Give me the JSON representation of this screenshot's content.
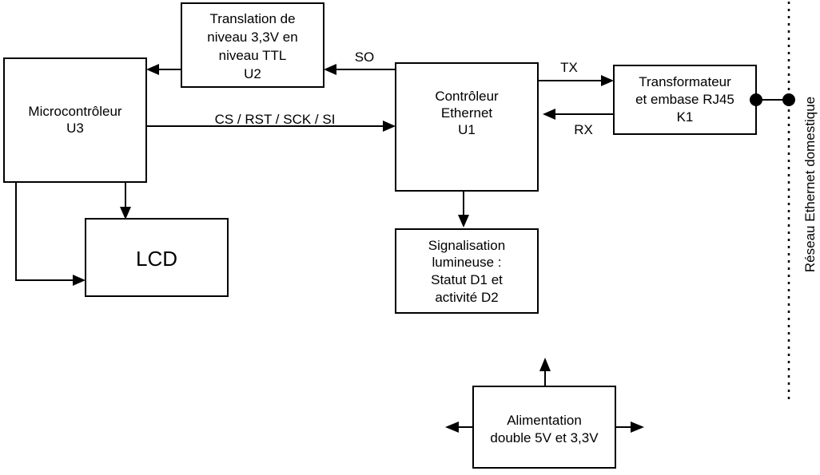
{
  "blocks": {
    "u2": [
      "Translation de",
      "niveau 3,3V en",
      "niveau TTL",
      "U2"
    ],
    "u3": [
      "Microcontrôleur",
      "U3"
    ],
    "u1": [
      "Contrôleur",
      "Ethernet",
      "U1"
    ],
    "k1": [
      "Transformateur",
      "et embase RJ45",
      "K1"
    ],
    "lcd": [
      "LCD"
    ],
    "leds": [
      "Signalisation",
      "lumineuse :",
      "Statut D1 et",
      "activité D2"
    ],
    "psu": [
      "Alimentation",
      "double 5V et 3,3V"
    ]
  },
  "signals": {
    "so": "SO",
    "bus": "CS / RST / SCK / SI",
    "tx": "TX",
    "rx": "RX"
  },
  "network_label": "Réseau Ethernet domestique"
}
